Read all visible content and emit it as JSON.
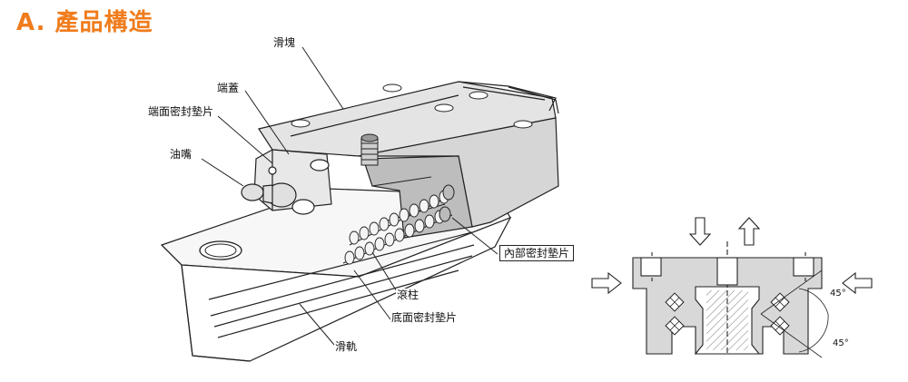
{
  "title": "A. 產品構造",
  "labels": {
    "slider": "滑塊",
    "end_cap": "端蓋",
    "end_seal": "端面密封墊片",
    "grease_nipple": "油嘴",
    "inner_seal": "內部密封墊片",
    "roller": "滾柱",
    "bottom_seal": "底面密封墊片",
    "rail": "滑軌"
  },
  "angles": {
    "upper": "45°",
    "lower": "45°"
  },
  "colors": {
    "title": "#f07c1c",
    "body_fill": "#d8d8d8",
    "cut_fill": "#bdbdbd",
    "line": "#222222"
  }
}
